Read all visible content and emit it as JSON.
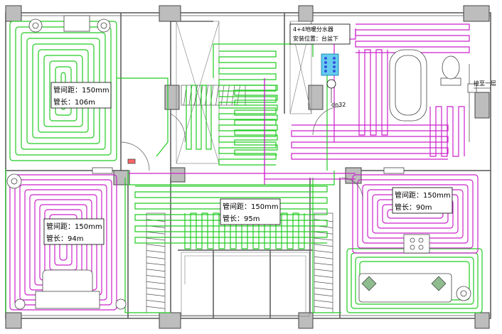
{
  "zones": [
    {
      "id": "room-top-left",
      "spacing_label": "管间距：150mm",
      "length_label": "管长：106m"
    },
    {
      "id": "room-bottom-left",
      "spacing_label": "管间距：150mm",
      "length_label": "管长：94m"
    },
    {
      "id": "room-center",
      "spacing_label": "管间距：150mm",
      "length_label": "管长：95m"
    },
    {
      "id": "room-bottom-right",
      "spacing_label": "管间距：150mm",
      "length_label": "管长：90m"
    }
  ],
  "manifold": {
    "title": "4+4地暖分水器",
    "install_note": "安装位置：台盆下"
  },
  "pipe_size": "dn32",
  "connect_note": "接至一层",
  "colors": {
    "wall": "#555555",
    "column_fill": "#bdbdbd",
    "green_pipe": "#22cc22",
    "magenta_pipe": "#cc22cc",
    "manifold": "#66ccee"
  }
}
